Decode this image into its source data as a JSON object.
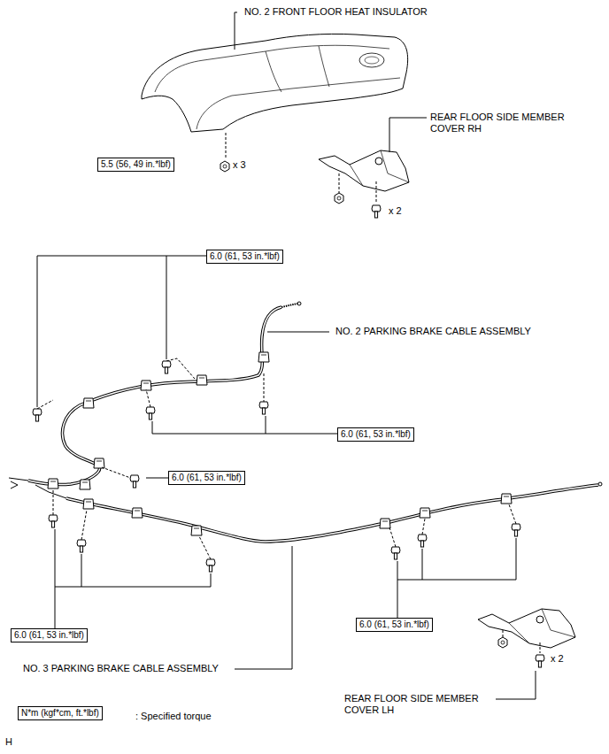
{
  "diagram": {
    "nodes": [
      {
        "text": [
          "5.5 (56, 49 in.*lbf)"
        ]
      },
      {
        "text": [
          "6.0 (61, 53 in.*lbf)"
        ]
      },
      {
        "text": [
          "6.0 (61, 53 in.*lbf)"
        ]
      },
      {
        "text": [
          "6.0 (61, 53 in.*lbf)"
        ]
      },
      {
        "text": [
          "6.0 (61, 53 in.*lbf)"
        ]
      },
      {
        "text": [
          "6.0 (61, 53 in.*lbf)"
        ]
      },
      {
        "text": [
          "N*m (kgf*cm, ft.*lbf)"
        ]
      }
    ],
    "labels": [
      "NO. 2 FRONT FLOOR HEAT INSULATOR",
      "REAR FLOOR SIDE MEMBER COVER RH",
      "x 3",
      "x 2",
      "NO. 2 PARKING BRAKE CABLE ASSEMBLY",
      "NO. 3 PARKING BRAKE CABLE ASSEMBLY",
      "x 2",
      "REAR FLOOR SIDE MEMBER COVER LH",
      ": Specified torque",
      "H"
    ]
  }
}
